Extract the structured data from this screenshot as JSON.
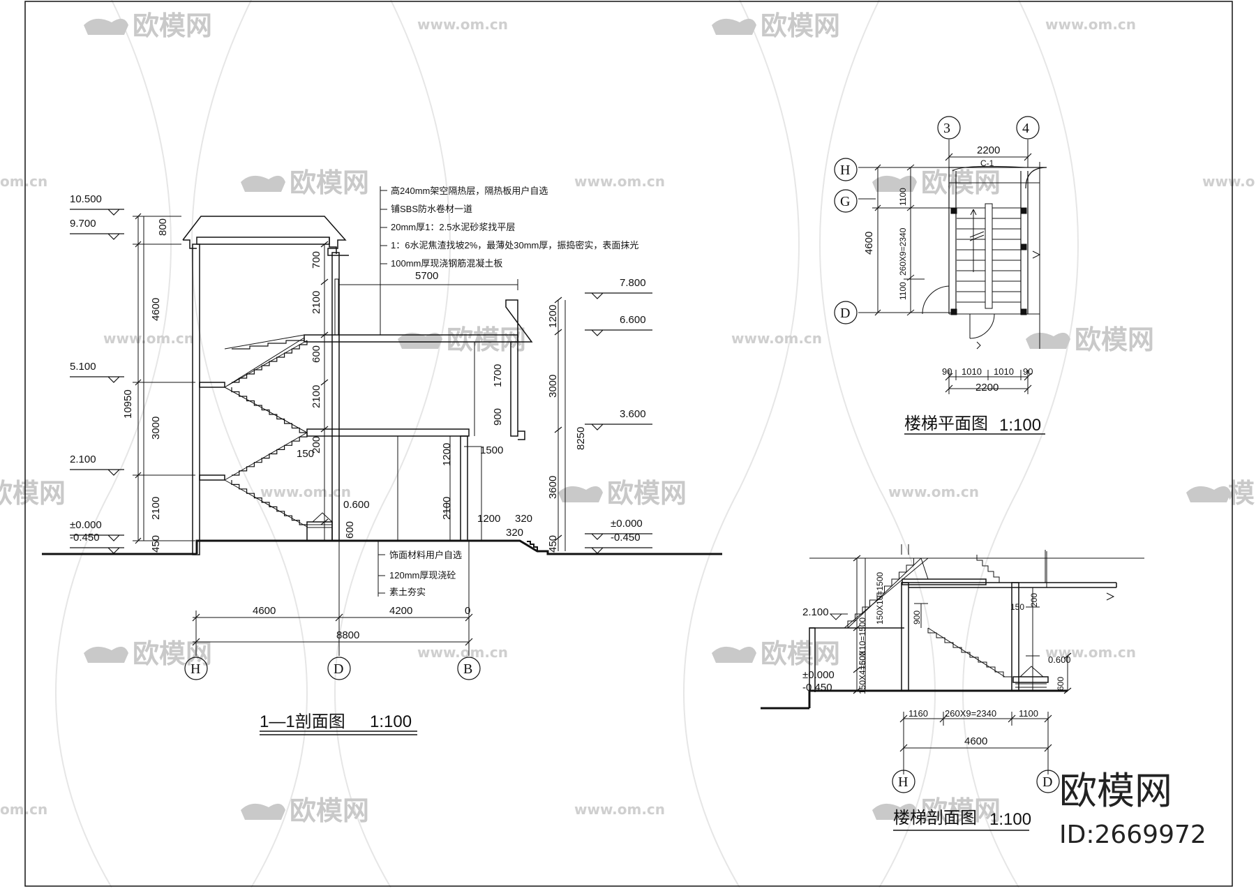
{
  "watermark": {
    "logo_text": "欧模网",
    "url": "www.om.cn",
    "url_short": "om.cn",
    "logo_partial": "模网",
    "color": "#c9c9c9"
  },
  "brand": {
    "name": "欧模网",
    "id_label": "ID:2669972"
  },
  "section_1_1": {
    "title": "1—1剖面图",
    "scale": "1:100",
    "elevations": [
      "10.500",
      "9.700",
      "5.100",
      "2.100",
      "±0.000",
      "-0.450"
    ],
    "right_elevations": [
      "7.800",
      "6.600",
      "3.600",
      "±0.000",
      "-0.450"
    ],
    "left_dims": [
      "800",
      "4600",
      "3000",
      "2100",
      "450"
    ],
    "total_dim": "10950",
    "inner_dims": [
      "700",
      "2100",
      "600",
      "2100",
      "200",
      "150",
      "600",
      "0.600"
    ],
    "right_dims": [
      "1200",
      "3000",
      "3600",
      "450"
    ],
    "right_total": "8250",
    "top_span": "5700",
    "mid_dims": [
      "1700",
      "900",
      "1500",
      "1200",
      "2100",
      "1200",
      "320",
      "320"
    ],
    "roof_notes": [
      "高240mm架空隔热层，隔热板用户自选",
      "铺SBS防水卷材一道",
      "20mm厚1：2.5水泥砂浆找平层",
      "1：6水泥焦渣找坡2%，最薄处30mm厚，振捣密实，表面抹光",
      "100mm厚现浇钢筋混凝土板"
    ],
    "floor_notes": [
      "饰面材料用户自选",
      "120mm厚现浇砼",
      "素土夯实"
    ],
    "bottom_dims": [
      "4600",
      "4200",
      "0",
      "8800"
    ],
    "axes": [
      "H",
      "D",
      "B"
    ]
  },
  "stair_plan": {
    "title": "楼梯平面图",
    "scale": "1:100",
    "axes_top": [
      "3",
      "4"
    ],
    "axes_left": [
      "H",
      "G",
      "D"
    ],
    "top_dim": "2200",
    "top_label": "C-1",
    "left_total": "4600",
    "left_dims": [
      "1100",
      "260X9=2340",
      "1100"
    ],
    "bottom_dims": [
      "90",
      "1010",
      "1010",
      "90"
    ],
    "bottom_total": "2200"
  },
  "stair_section": {
    "title": "楼梯剖面图",
    "scale": "1:100",
    "elevations": [
      "2.100",
      "±0.000",
      "-0.450"
    ],
    "left_dims": [
      "150X10=1500",
      "150X10=1500",
      "150X4=600",
      "900"
    ],
    "right_dims": [
      "200",
      "150",
      "0.600",
      "600"
    ],
    "bottom_dims": [
      "1160",
      "260X9=2340",
      "1100"
    ],
    "bottom_total": "4600",
    "axes": [
      "H",
      "D"
    ]
  }
}
